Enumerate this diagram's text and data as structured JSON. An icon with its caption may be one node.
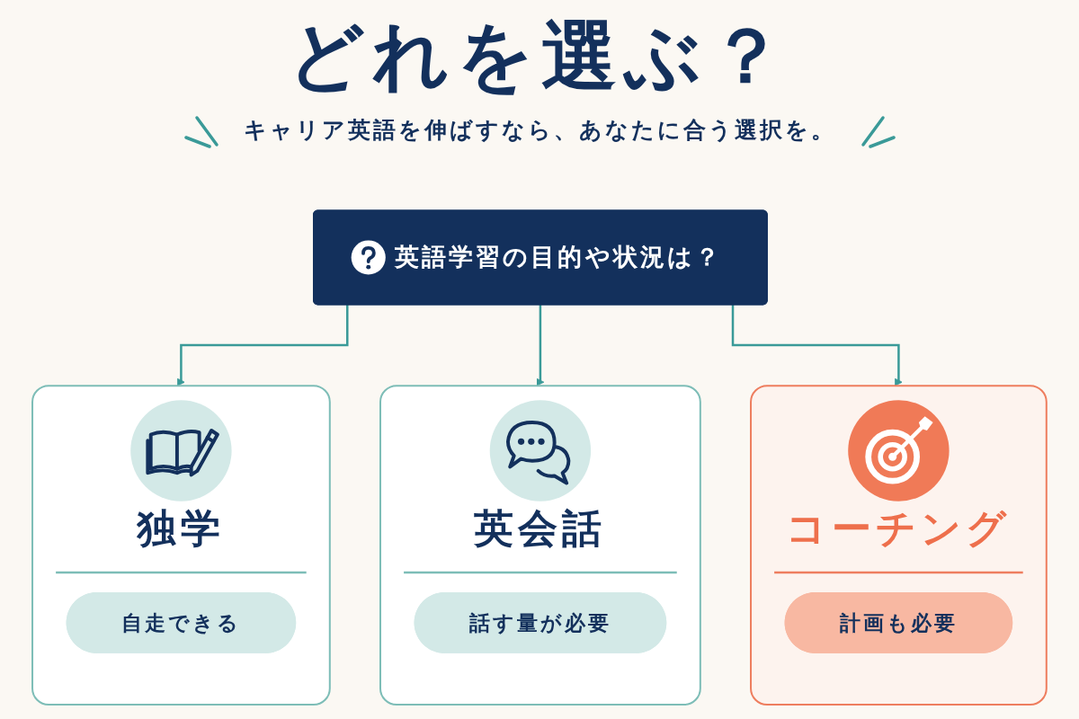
{
  "diagram": {
    "title": "どれを選ぶ？",
    "nodes": [
      {
        "text": [
          "英語学習の目的や状況は？"
        ]
      },
      {
        "text": [
          "独学"
        ]
      },
      {
        "text": [
          "自走できる"
        ],
        "in": 1
      },
      {
        "text": [
          "英会話"
        ]
      },
      {
        "text": [
          "話す量が必要"
        ],
        "in": 3
      },
      {
        "text": [
          "コーチング"
        ]
      },
      {
        "text": [
          "計画も必要"
        ],
        "in": 5
      }
    ],
    "edges": [
      {
        "from": 0,
        "to": 1,
        "arrow": "to"
      },
      {
        "from": 0,
        "to": 3,
        "arrow": "to"
      },
      {
        "from": 0,
        "to": 5,
        "arrow": "to"
      }
    ],
    "labels": [
      "キャリア英語を伸ばすなら、あなたに合う選択を。"
    ]
  }
}
